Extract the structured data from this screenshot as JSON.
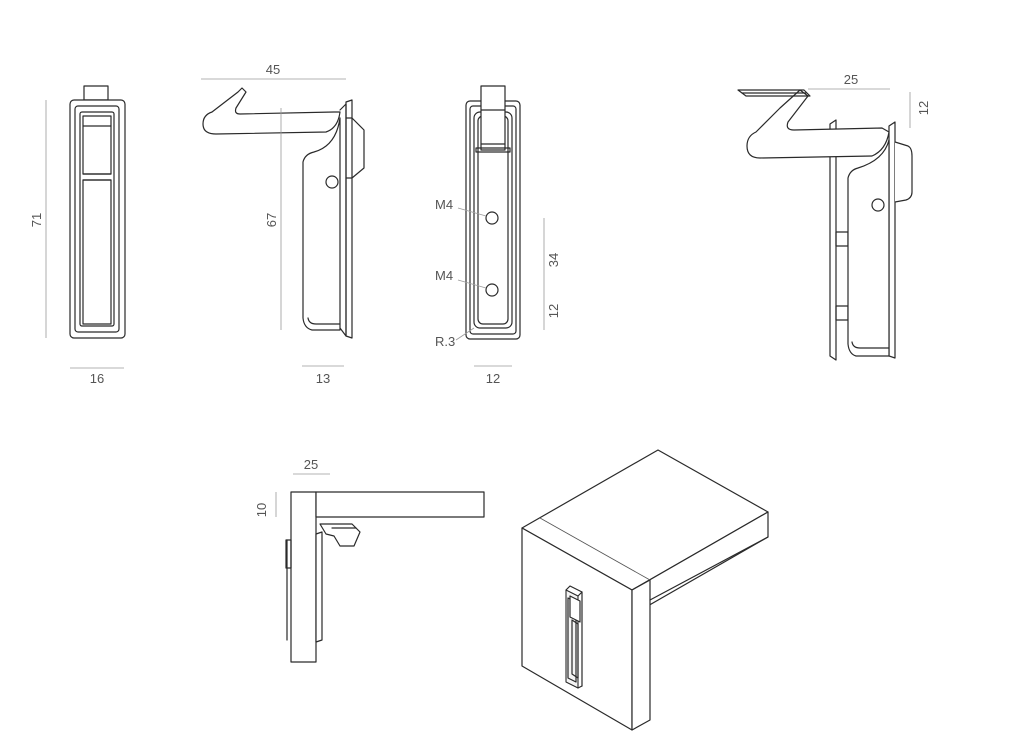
{
  "colors": {
    "line": "#2a2a2a",
    "dimension": "#9a9a9a",
    "text": "#555555",
    "background": "#ffffff"
  },
  "dimensions": {
    "front_height": "71",
    "front_width": "16",
    "side_hook_reach": "45",
    "side_height": "67",
    "side_depth": "13",
    "back_hole_spacing": "34",
    "back_lower_offset": "12",
    "back_width": "12",
    "hook_view_reach": "25",
    "hook_view_rise": "12",
    "installed_reach": "25",
    "installed_offset": "10"
  },
  "labels": {
    "screw_top": "M4",
    "screw_bottom": "M4",
    "corner_radius": "R.3"
  }
}
